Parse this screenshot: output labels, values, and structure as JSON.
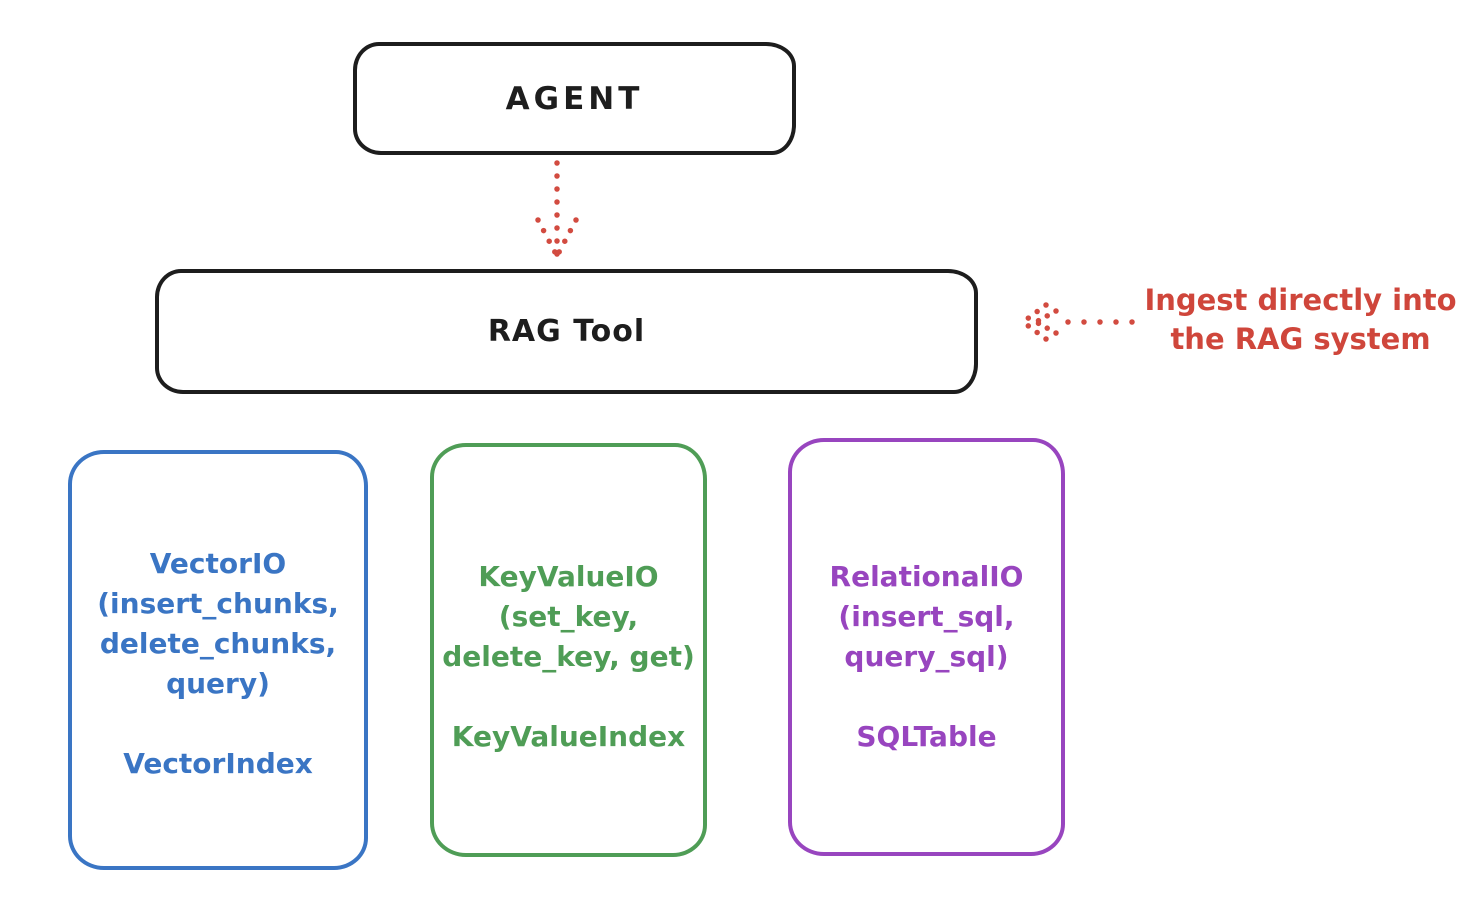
{
  "diagram": {
    "agent": {
      "label": "AGENT"
    },
    "rag_tool": {
      "label": "RAG Tool"
    },
    "annotation": {
      "line1": "Ingest directly into",
      "line2": "the RAG system"
    },
    "storage_boxes": [
      {
        "name": "vector-io",
        "title_lines": [
          "VectorIO",
          "(insert_chunks,",
          "delete_chunks,",
          "query)"
        ],
        "index_label": "VectorIndex",
        "color": "#3a75c4"
      },
      {
        "name": "keyvalue-io",
        "title_lines": [
          "KeyValueIO",
          "(set_key,",
          "delete_key, get)"
        ],
        "index_label": "KeyValueIndex",
        "color": "#4f9d56"
      },
      {
        "name": "relational-io",
        "title_lines": [
          "RelationalIO",
          "(insert_sql,",
          "query_sql)"
        ],
        "index_label": "SQLTable",
        "color": "#9845bf"
      }
    ],
    "colors": {
      "node_stroke": "#1d1d1d",
      "arrow_red": "#d24b40",
      "annotation_red": "#cf463b"
    }
  }
}
